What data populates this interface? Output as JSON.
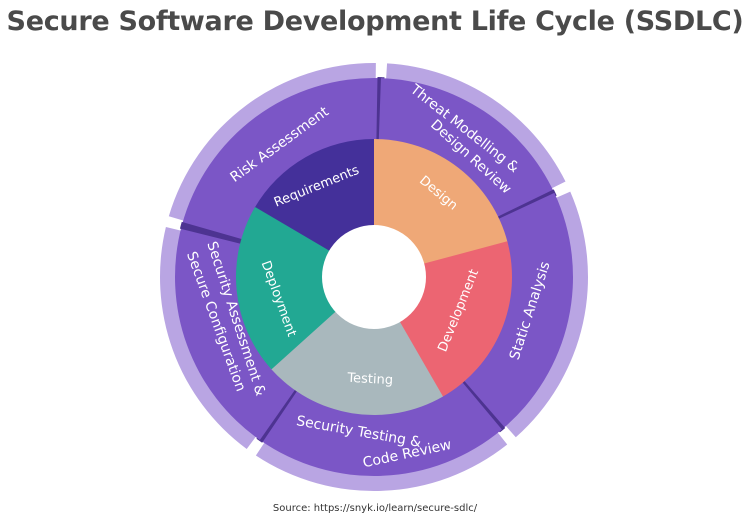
{
  "title": "Secure Software Development Life Cycle (SSDLC)",
  "source": "Source:  https://snyk.io/learn/secure-sdlc/",
  "colors": {
    "outer_ring": "#7b56c6",
    "outer_rim": "#b9a5e3",
    "divider": "#4d3391",
    "requirements": "#44309a",
    "design": "#efa877",
    "development": "#ec6572",
    "testing": "#a9b8bd",
    "deployment": "#22a893"
  },
  "inner_phases": [
    {
      "label": "Requirements",
      "color": "#44309a"
    },
    {
      "label": "Design",
      "color": "#efa877"
    },
    {
      "label": "Development",
      "color": "#ec6572"
    },
    {
      "label": "Testing",
      "color": "#a9b8bd"
    },
    {
      "label": "Deployment",
      "color": "#22a893"
    }
  ],
  "outer_activities": [
    {
      "line1": "Risk Assessment",
      "line2": ""
    },
    {
      "line1": "Threat Modelling &",
      "line2": "Design Review"
    },
    {
      "line1": "Static Analysis",
      "line2": ""
    },
    {
      "line1": "Security Testing &",
      "line2": "Code Review"
    },
    {
      "line1": "Security Assessment &",
      "line2": "Secure Configuration"
    }
  ]
}
